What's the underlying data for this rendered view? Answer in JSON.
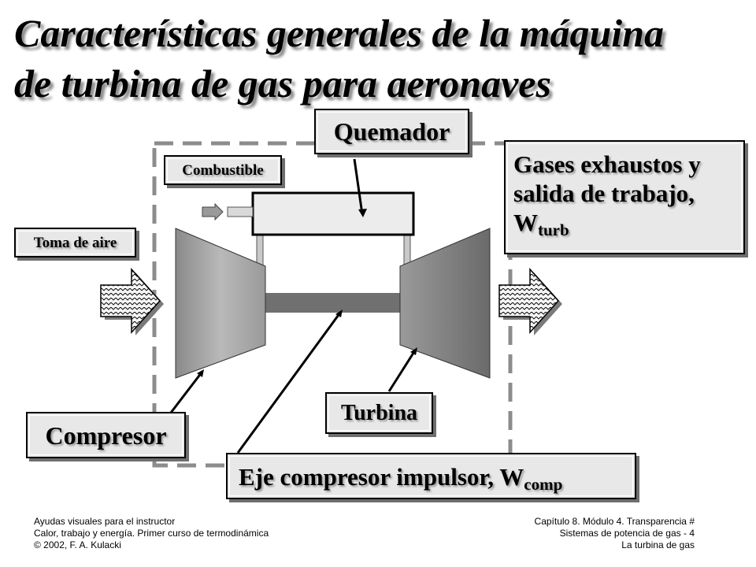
{
  "title": {
    "line1": "Características generales de la máquina",
    "line2": "de turbina de gas para aeronaves"
  },
  "labels": {
    "quemador": "Quemador",
    "combustible": "Combustible",
    "toma_aire": "Toma de aire",
    "gases_line1": "Gases exhaustos y",
    "gases_line2": "salida de trabajo,",
    "w_turb_main": "W",
    "w_turb_sub": "turb",
    "compresor": "Compresor",
    "turbina": "Turbina",
    "eje_main": "Eje compresor impulsor, W",
    "eje_sub": "comp"
  },
  "footer": {
    "left": [
      "Ayudas visuales para el instructor",
      "Calor, trabajo y energía. Primer curso de termodinámica",
      "© 2002, F. A. Kulacki"
    ],
    "right": [
      "Capítulo 8. Módulo 4. Transparencia  #",
      "Sistemas de potencia de gas - 4",
      "La turbina de gas"
    ]
  },
  "colors": {
    "box_fill": "#e8e8e8",
    "dashed_boundary": "#8c8c8c",
    "shaft": "#707070",
    "arrow_fill": "#f2f2f2"
  }
}
